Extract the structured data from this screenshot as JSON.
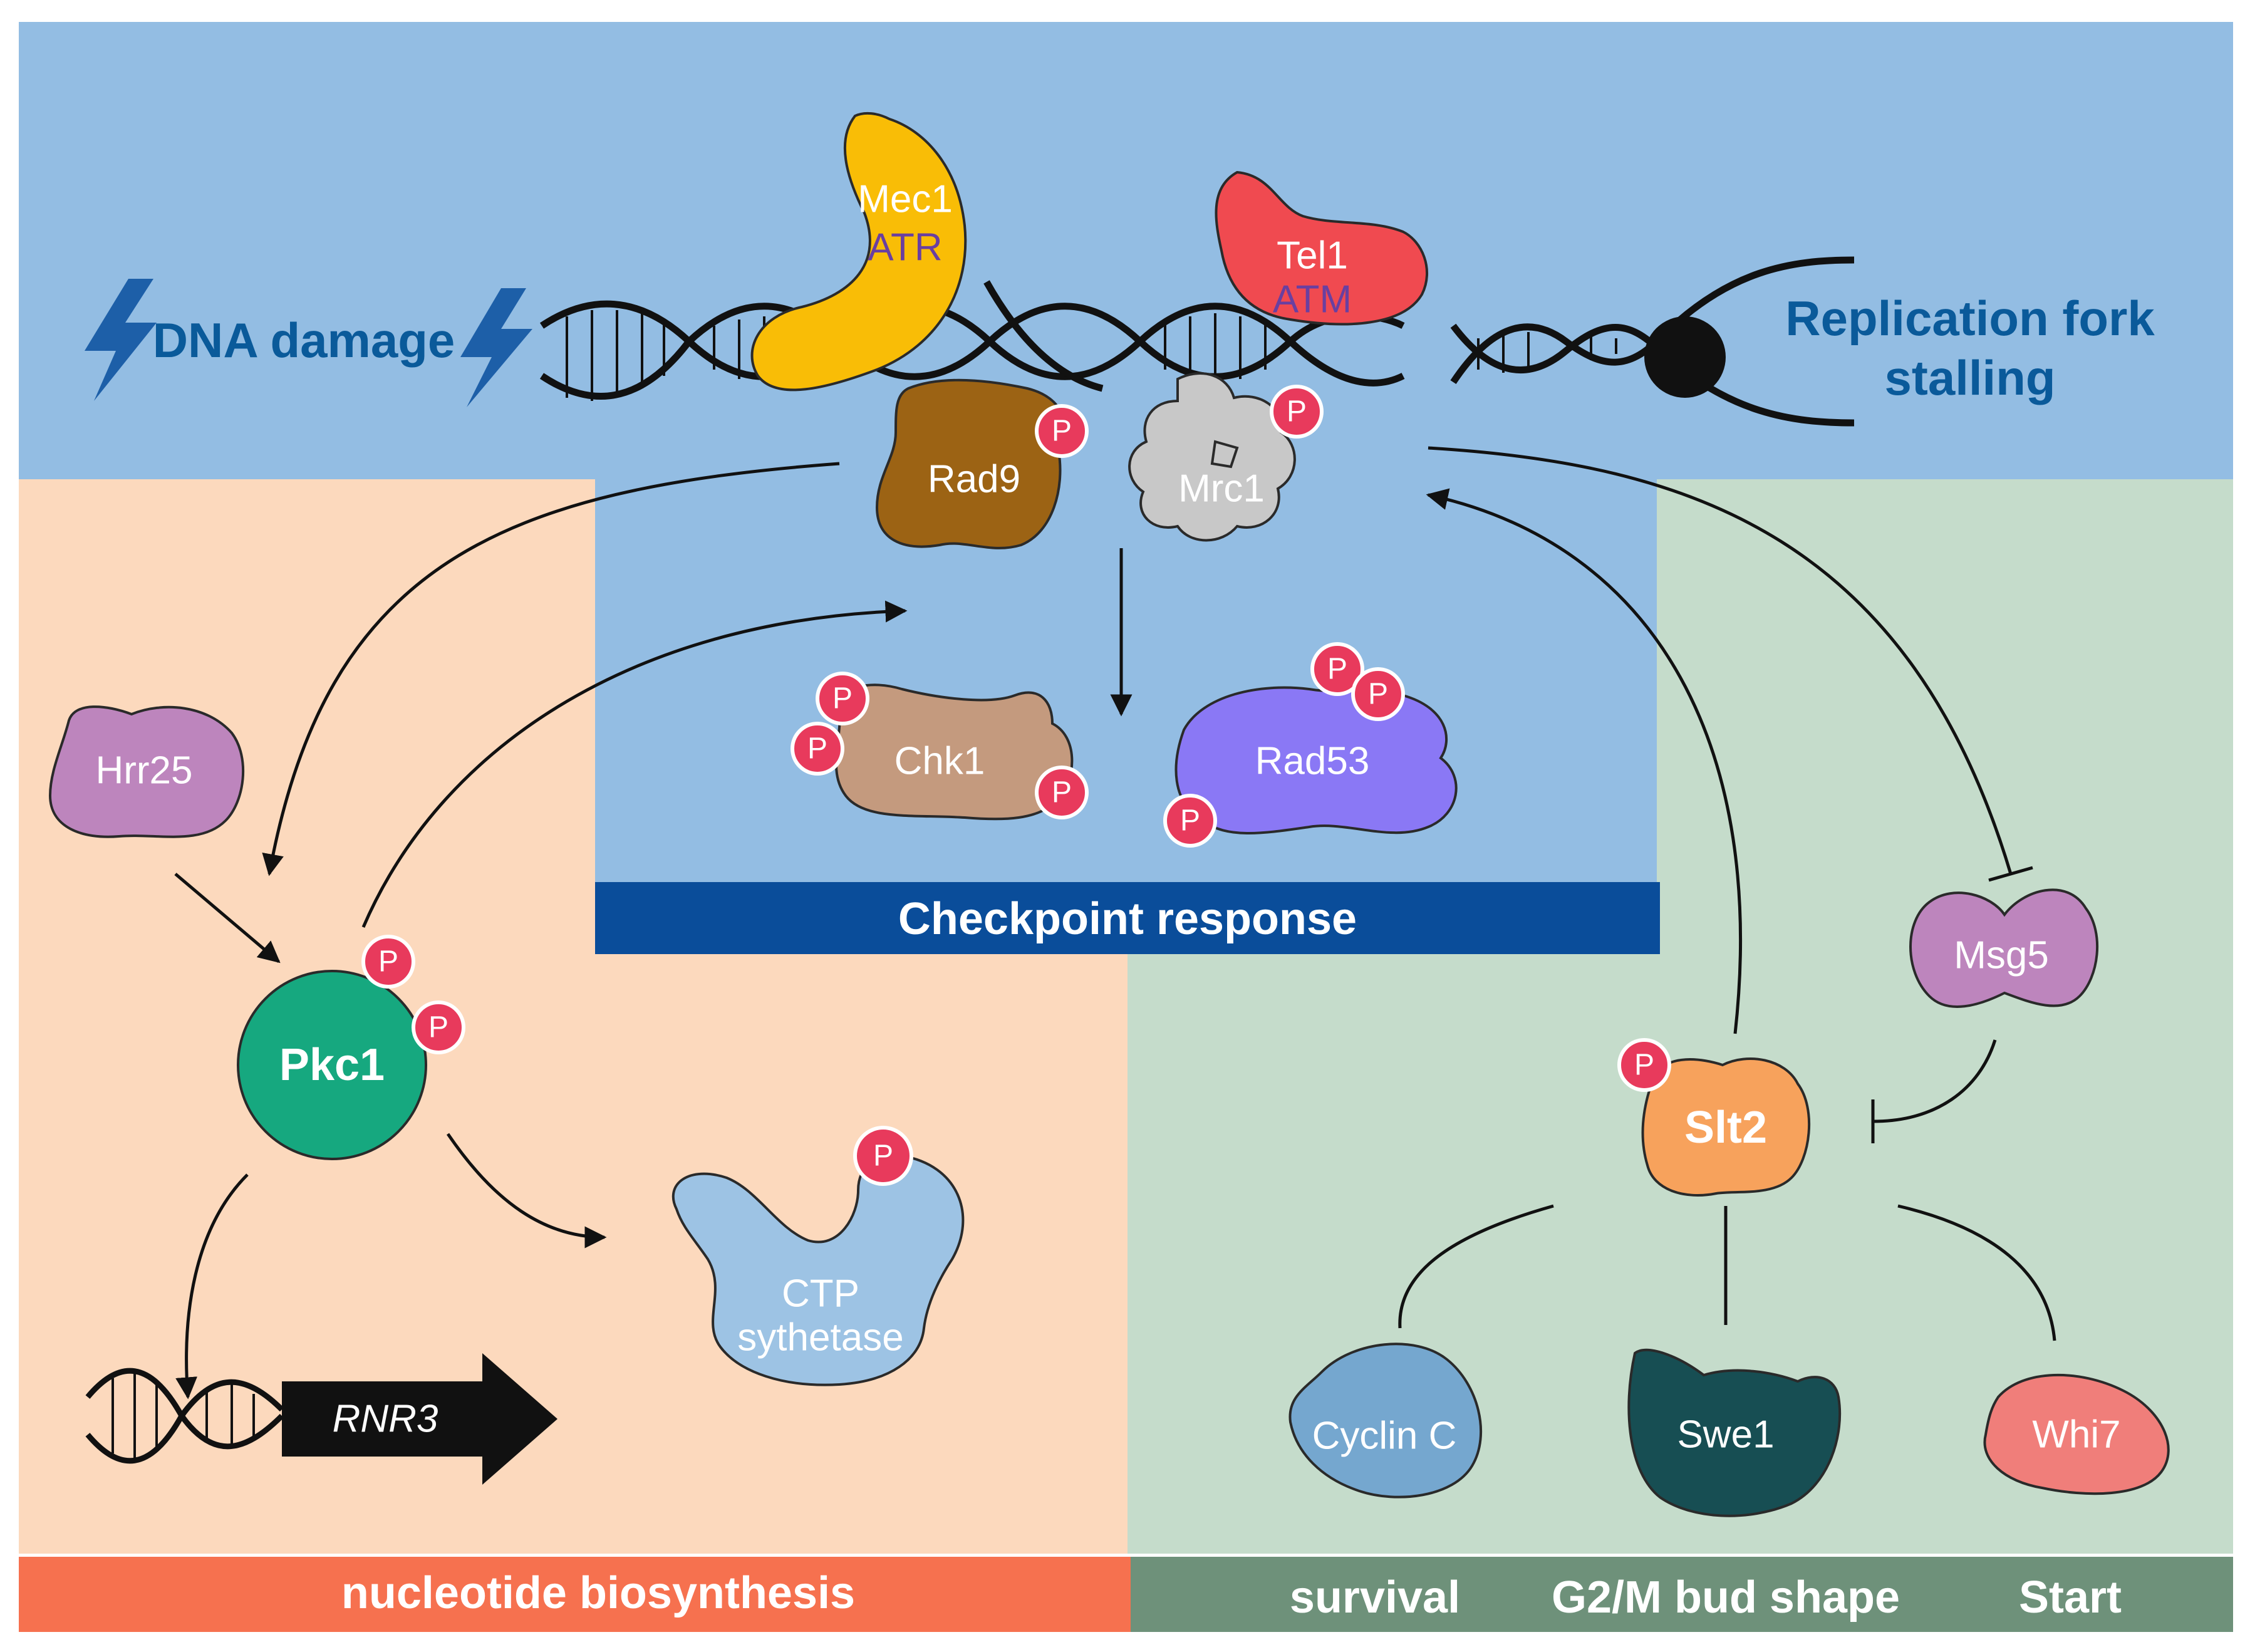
{
  "contexts": {
    "dna_damage": "DNA damage",
    "fork_stalling_line1": "Replication fork",
    "fork_stalling_line2": "stalling"
  },
  "proteins": {
    "mec1": "Mec1",
    "atr": "ATR",
    "tel1": "Tel1",
    "atm": "ATM",
    "rad9": "Rad9",
    "mrc1": "Mrc1",
    "chk1": "Chk1",
    "rad53": "Rad53",
    "hrr25": "Hrr25",
    "pkc1": "Pkc1",
    "ctp_line1": "CTP",
    "ctp_line2": "sythetase",
    "rnr3": "RNR3",
    "msg5": "Msg5",
    "slt2": "Slt2",
    "cyclin_c": "Cyclin C",
    "swe1": "Swe1",
    "whi7": "Whi7"
  },
  "phospho_label": "P",
  "bars": {
    "checkpoint": "Checkpoint response",
    "nucleotide": "nucleotide biosynthesis",
    "survival": "survival",
    "g2m": "G2/M bud shape",
    "start": "Start"
  },
  "colors": {
    "top_bg": "#93bde3",
    "nucleotide_bg": "#fcd9bd",
    "green_bg": "#c5dccb",
    "checkpoint_bar": "#0a4d9a",
    "nucleotide_bar": "#f6714f",
    "green_bar": "#6e917a",
    "mec1": "#f9bd06",
    "tel1": "#f04a50",
    "rad9": "#9c6314",
    "mrc1": "#c8c8c8",
    "chk1": "#c49a7e",
    "rad53": "#8a78f5",
    "hrr25": "#bd85bd",
    "pkc1": "#16a87f",
    "ctp": "#9dc3e4",
    "msg5": "#bd85bd",
    "slt2": "#f7a25c",
    "cyclin_c": "#75a7cf",
    "swe1": "#174e53",
    "whi7": "#f07e7a",
    "phospho": "#e83a5c"
  }
}
